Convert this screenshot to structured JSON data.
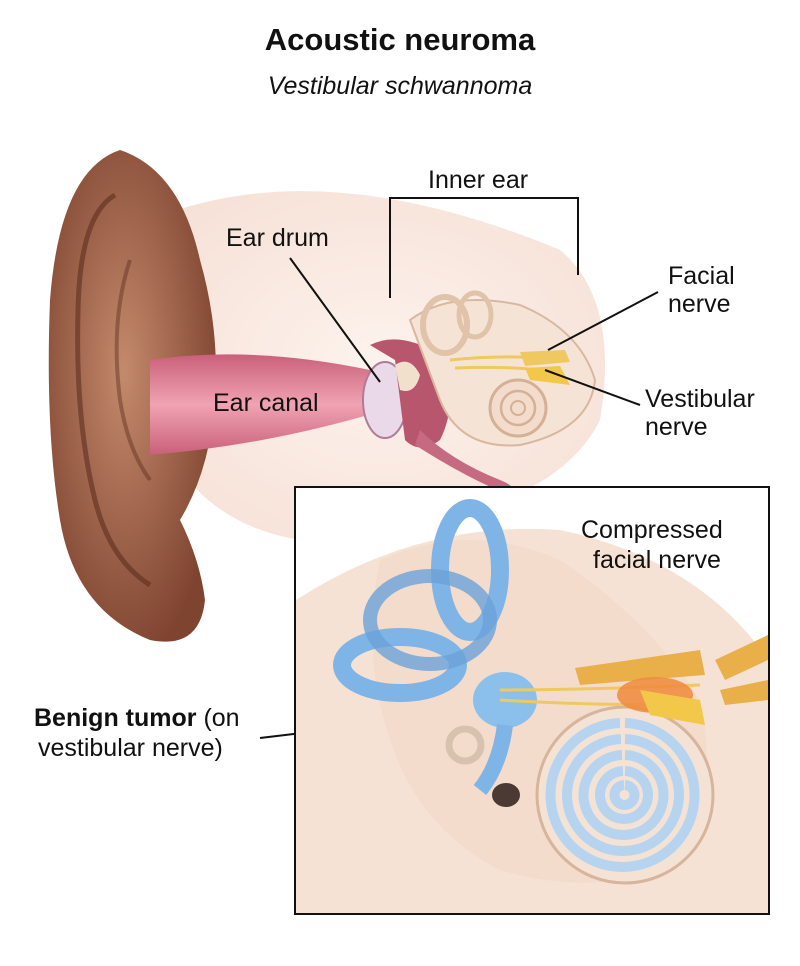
{
  "title": "Acoustic neuroma",
  "subtitle": "Vestibular schwannoma",
  "labels": {
    "inner_ear": "Inner ear",
    "ear_drum": "Ear drum",
    "ear_canal": "Ear canal",
    "facial_nerve_1": "Facial",
    "facial_nerve_2": "nerve",
    "vestibular_nerve_1": "Vestibular",
    "vestibular_nerve_2": "nerve",
    "compressed_1": "Compressed",
    "compressed_2": "facial nerve",
    "tumor_bold": "Benign tumor",
    "tumor_rest": " (on",
    "tumor_line2": "vestibular nerve)"
  },
  "colors": {
    "outer_ear": "#9a5a3e",
    "canal": "#d9788c",
    "inner_ear_tissue": "#f1d3c4",
    "semicircular": "#7fb4e6",
    "nerve": "#f0c860",
    "tumor": "#f08a3c"
  }
}
